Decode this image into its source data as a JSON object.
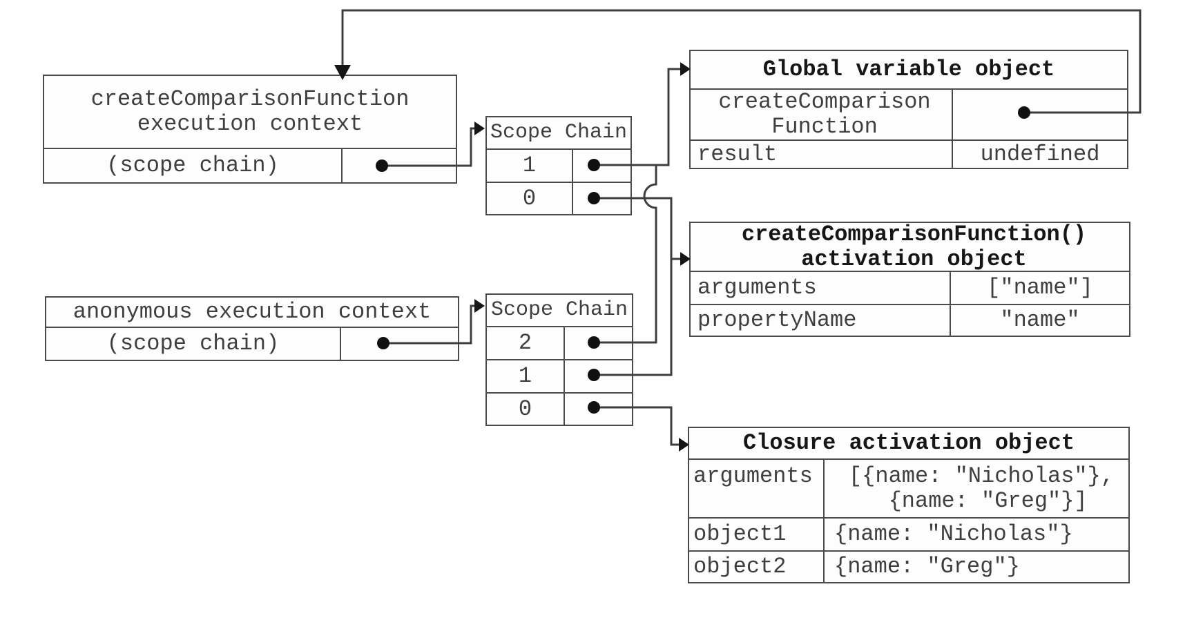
{
  "colors": {
    "background": "#ffffff",
    "line": "#3d3d3d",
    "border": "#4a4a4a",
    "text": "#3f3f3f",
    "header_text": "#161616"
  },
  "context1": {
    "title_line1": "createComparisonFunction",
    "title_line2": "execution context",
    "scope_chain_label": "(scope chain)"
  },
  "scope_chain1": {
    "header": "Scope Chain",
    "rows": [
      "1",
      "0"
    ]
  },
  "global_object": {
    "title": "Global variable object",
    "row1_key_line1": "createComparison",
    "row1_key_line2": "Function",
    "row2_key": "result",
    "row2_value": "undefined"
  },
  "activation_object": {
    "title_line1": "createComparisonFunction()",
    "title_line2": "activation object",
    "row1_key": "arguments",
    "row1_value": "[\"name\"]",
    "row2_key": "propertyName",
    "row2_value": "\"name\""
  },
  "context2": {
    "title": "anonymous execution context",
    "scope_chain_label": "(scope chain)"
  },
  "scope_chain2": {
    "header": "Scope Chain",
    "rows": [
      "2",
      "1",
      "0"
    ]
  },
  "closure_object": {
    "title": "Closure activation object",
    "row1_key": "arguments",
    "row1_value_line1": "[{name: \"Nicholas\"},",
    "row1_value_line2": " {name: \"Greg\"}]",
    "row2_key": "object1",
    "row2_value": "{name: \"Nicholas\"}",
    "row3_key": "object2",
    "row3_value": "{name: \"Greg\"}"
  }
}
